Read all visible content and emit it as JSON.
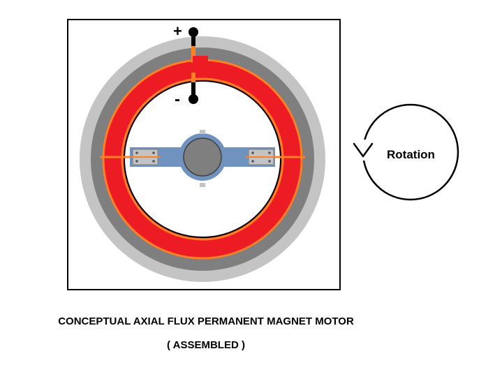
{
  "diagram": {
    "title": "CONCEPTUAL AXIAL FLUX PERMANENT MAGNET MOTOR",
    "subtitle": "( ASSEMBLED )",
    "rotation_label": "Rotation",
    "positive_terminal": "+",
    "negative_terminal": "-"
  },
  "colors": {
    "frame": "#000000",
    "outer_ring": "#c4c4c4",
    "middle_ring": "#7f7f7f",
    "coil_ring": "#ed1c24",
    "coil_wire": "#ff7f27",
    "shaft_mount": "#7092be",
    "shaft": "#7f7f7f",
    "bracket": "#c3c3c3"
  },
  "icons": {
    "rotation": "counterclockwise-arrow-icon"
  }
}
